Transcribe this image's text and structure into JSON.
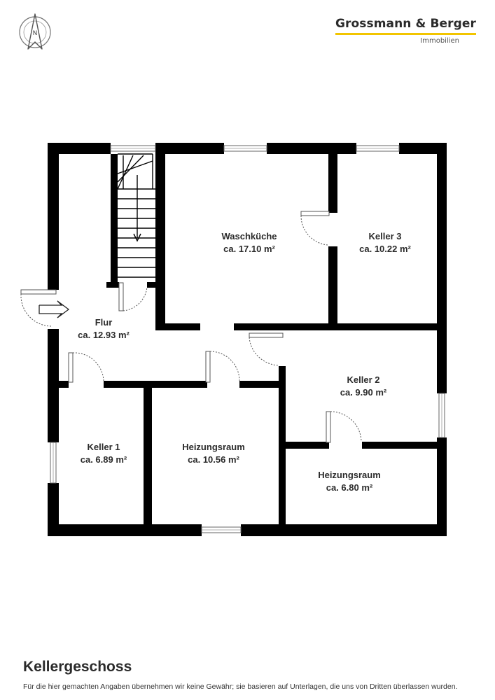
{
  "brand": {
    "name": "Grossmann & Berger",
    "subtitle": "Immobilien",
    "accent_color": "#f2c500"
  },
  "compass": {
    "letter": "N",
    "icon": "north-arrow-icon"
  },
  "plan": {
    "wall_color": "#000000",
    "icons": [
      "entrance-arrow-icon",
      "stairs-icon",
      "door-swing-icon",
      "window-icon"
    ],
    "rooms": {
      "waschkueche": {
        "name": "Waschküche",
        "area": "ca. 17.10 m²"
      },
      "keller3": {
        "name": "Keller 3",
        "area": "ca. 10.22 m²"
      },
      "flur": {
        "name": "Flur",
        "area": "ca. 12.93 m²"
      },
      "keller2": {
        "name": "Keller 2",
        "area": "ca. 9.90 m²"
      },
      "keller1": {
        "name": "Keller 1",
        "area": "ca. 6.89 m²"
      },
      "heizung_large": {
        "name": "Heizungsraum",
        "area": "ca. 10.56 m²"
      },
      "heizung_small": {
        "name": "Heizungsraum",
        "area": "ca. 6.80 m²"
      }
    }
  },
  "footer": {
    "title": "Kellergeschoss",
    "disclaimer": "Für die hier gemachten Angaben übernehmen wir keine Gewähr; sie basieren auf Unterlagen, die uns von Dritten überlassen wurden."
  }
}
